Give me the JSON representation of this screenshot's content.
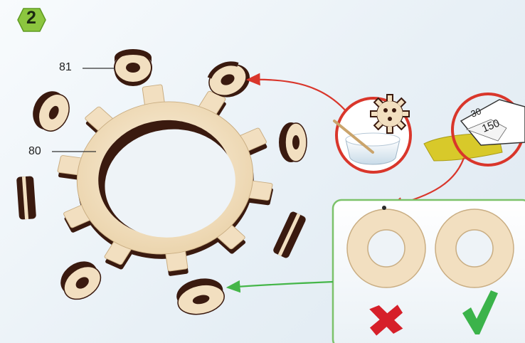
{
  "step": {
    "number": "2"
  },
  "labels": {
    "part_81": "81",
    "part_80": "80"
  },
  "sandpaper_grits": {
    "first": "30",
    "second": "150"
  },
  "comparison": {
    "wrong_icon": "cross-icon",
    "right_icon": "check-icon"
  },
  "colors": {
    "wood": "#f2dfc0",
    "wood_edge": "#4a2315",
    "wood_dark": "#3a1a0f",
    "arrow_red": "#d9362b",
    "arrow_green": "#45b649",
    "badge_green": "#8cc63f",
    "panel_border": "#7cc26a",
    "cross_red": "#d6202a",
    "check_green": "#3bb34a",
    "sandpaper_yellow": "#d8c92a"
  }
}
